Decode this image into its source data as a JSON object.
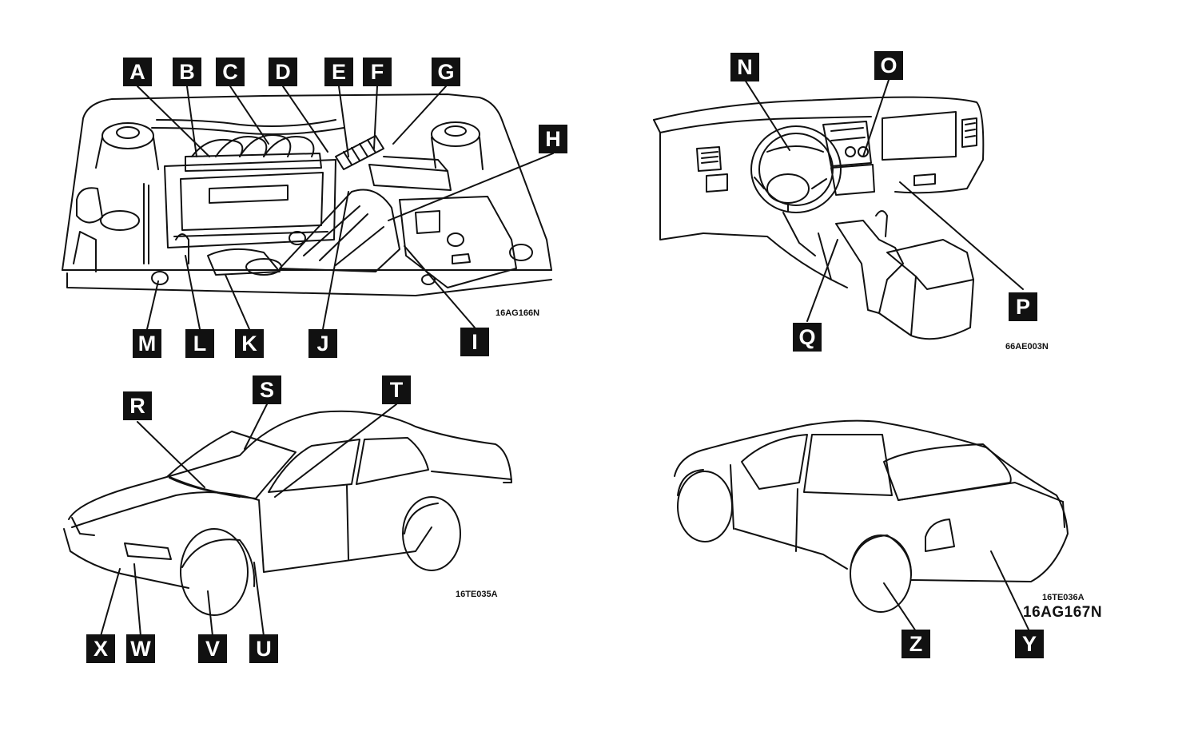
{
  "engine_panel": {
    "labels": {
      "A": "A",
      "B": "B",
      "C": "C",
      "D": "D",
      "E": "E",
      "F": "F",
      "G": "G",
      "H": "H",
      "I": "I",
      "J": "J",
      "K": "K",
      "L": "L",
      "M": "M"
    },
    "figure_code": "16AG166N"
  },
  "dash_panel": {
    "labels": {
      "N": "N",
      "O": "O",
      "P": "P",
      "Q": "Q"
    },
    "figure_code": "66AE003N"
  },
  "front_car_panel": {
    "labels": {
      "R": "R",
      "S": "S",
      "T": "T",
      "U": "U",
      "V": "V",
      "W": "W",
      "X": "X"
    },
    "figure_code": "16TE035A"
  },
  "rear_car_panel": {
    "labels": {
      "Y": "Y",
      "Z": "Z"
    },
    "figure_code": "16TE036A",
    "sheet_code": "16AG167N"
  }
}
